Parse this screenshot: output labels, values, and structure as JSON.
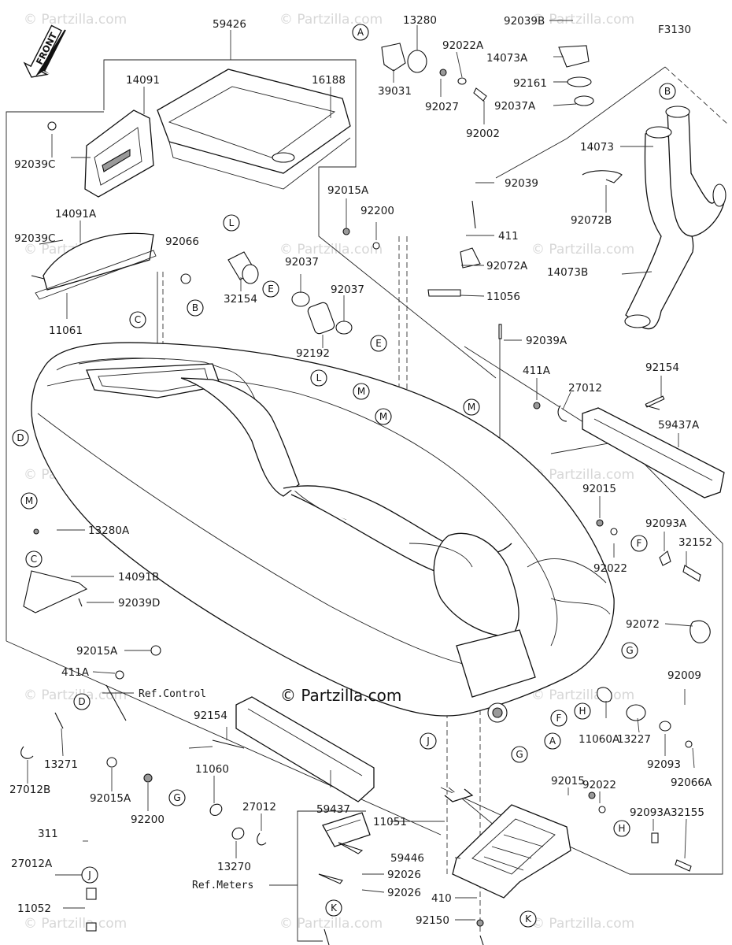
{
  "figure_code": "F3130",
  "front_arrow": "FRONT",
  "watermark": "© Partzilla.com",
  "brand_label": "© Partzilla.com",
  "ref_notes": {
    "control": "Ref.Control",
    "meters": "Ref.Meters"
  },
  "part_numbers": [
    "59426",
    "14091",
    "16188",
    "92039C",
    "14091A",
    "92039C",
    "92066",
    "11061",
    "13280",
    "39031",
    "92022A",
    "92027",
    "92002",
    "92039B",
    "14073A",
    "92161",
    "92037A",
    "14073",
    "92072B",
    "14073B",
    "92015A",
    "92200",
    "92039",
    "411",
    "92072A",
    "11056",
    "32154",
    "92037",
    "92037",
    "92192",
    "92039A",
    "411A",
    "27012",
    "92154",
    "59437A",
    "92015",
    "92093A",
    "32152",
    "92022",
    "92072",
    "13280A",
    "14091B",
    "92039D",
    "92015A",
    "411A",
    "13271",
    "27012B",
    "92154",
    "11060",
    "27012",
    "92015A",
    "92200",
    "13270",
    "311",
    "27012A",
    "11052",
    "59437",
    "11051",
    "92026",
    "92026",
    "59446",
    "410",
    "92150",
    "11060A",
    "13227",
    "92009",
    "92093",
    "92066A",
    "92015",
    "92022",
    "92093A",
    "32155"
  ],
  "callouts": [
    "A",
    "E",
    "B",
    "L",
    "C",
    "C",
    "D",
    "M",
    "M",
    "L",
    "M",
    "E",
    "B",
    "M",
    "F",
    "G",
    "H",
    "F",
    "G",
    "A",
    "J",
    "K",
    "K",
    "H",
    "D",
    "G",
    "J"
  ],
  "colors": {
    "ink": "#111111",
    "watermark": "#d7d7d7",
    "background": "#ffffff"
  }
}
